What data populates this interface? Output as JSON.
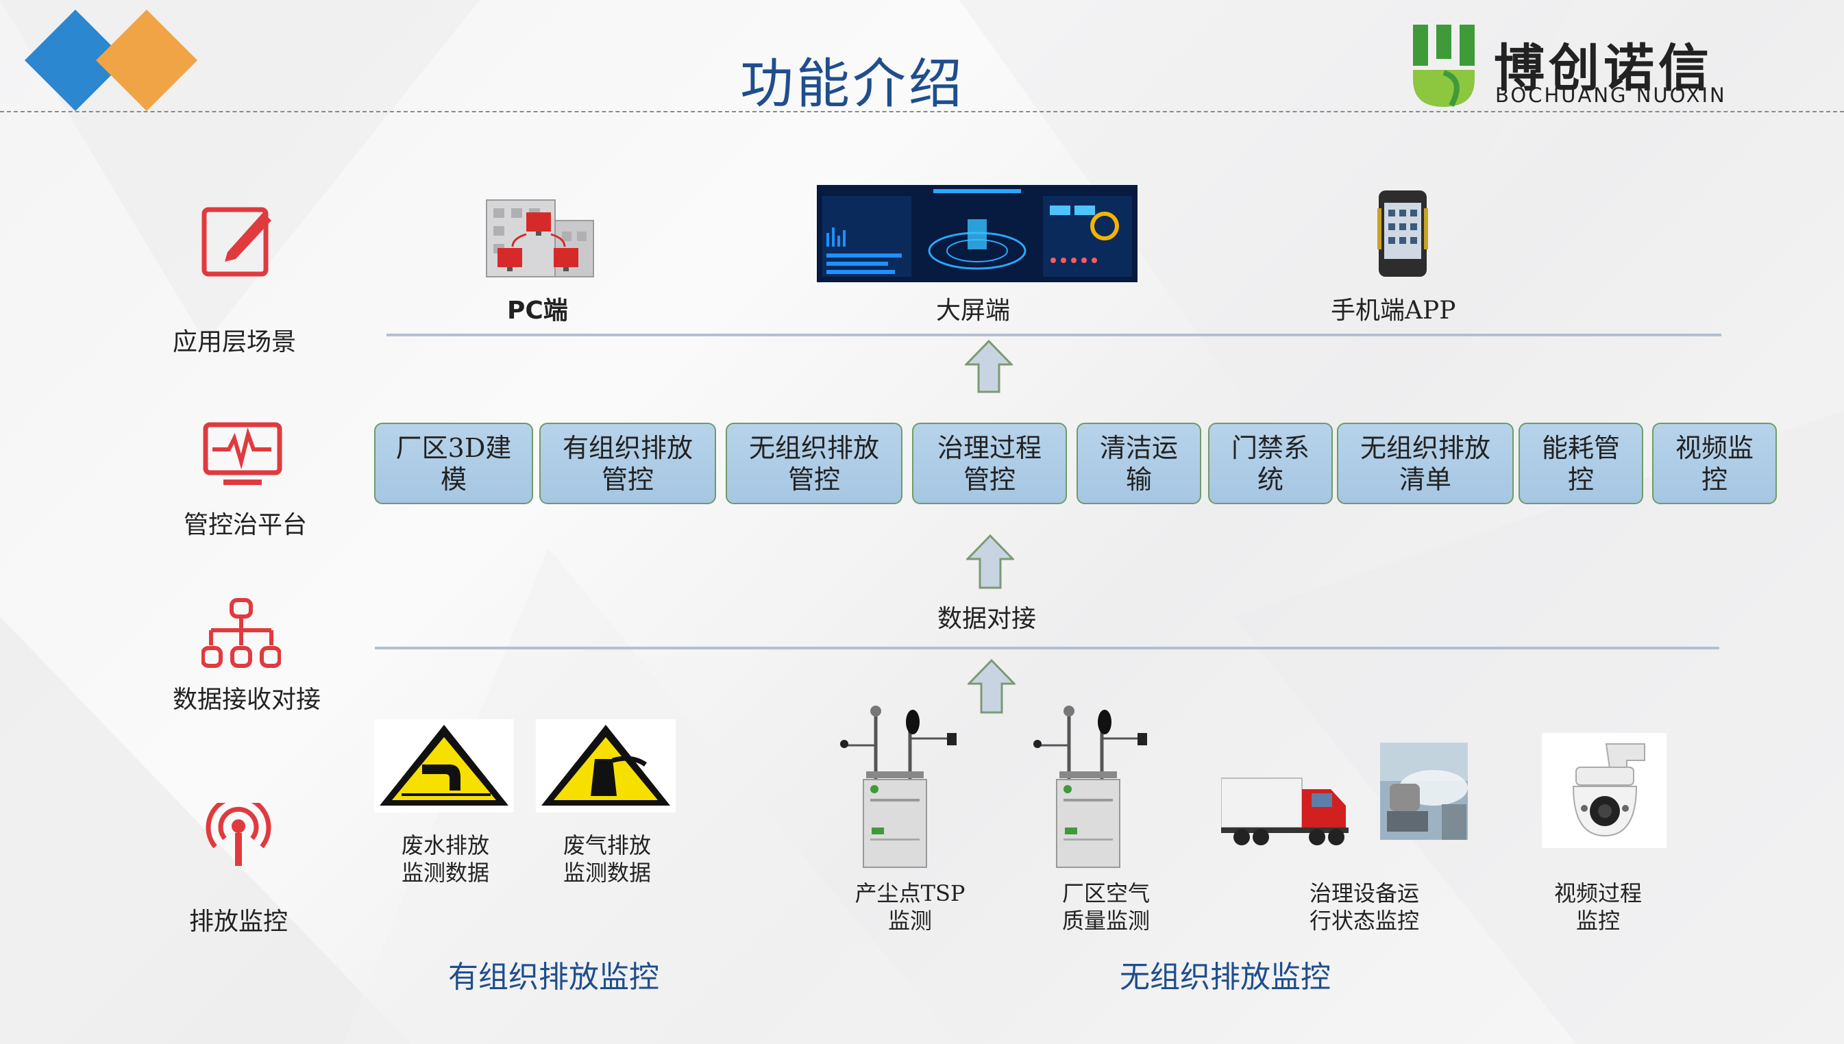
{
  "title": "功能介绍",
  "logo": {
    "cn": "博创诺信",
    "en": "BOCHUANG NUOXIN"
  },
  "layers": {
    "app": "应用层场景",
    "platform": "管控治平台",
    "data": "数据接收对接",
    "emission": "排放监控"
  },
  "apps": {
    "pc": "PC端",
    "bigscreen": "大屏端",
    "mobile": "手机端APP"
  },
  "modules": [
    {
      "line1": "厂区3D建",
      "line2": "模"
    },
    {
      "line1": "有组织排放",
      "line2": "管控"
    },
    {
      "line1": "无组织排放",
      "line2": "管控"
    },
    {
      "line1": "治理过程",
      "line2": "管控"
    },
    {
      "line1": "清洁运",
      "line2": "输"
    },
    {
      "line1": "门禁系",
      "line2": "统"
    },
    {
      "line1": "无组织排放",
      "line2": "清单"
    },
    {
      "line1": "能耗管",
      "line2": "控"
    },
    {
      "line1": "视频监",
      "line2": "控"
    }
  ],
  "data_label": "数据对接",
  "monitors": {
    "wastewater": {
      "line1": "废水排放",
      "line2": "监测数据"
    },
    "wastegas": {
      "line1": "废气排放",
      "line2": "监测数据"
    },
    "tsp": {
      "line1": "产尘点TSP",
      "line2": "监测"
    },
    "air": {
      "line1": "厂区空气",
      "line2": "质量监测"
    },
    "equipment": {
      "line1": "治理设备运",
      "line2": "行状态监控"
    },
    "video": {
      "line1": "视频过程",
      "line2": "监控"
    }
  },
  "groups": {
    "organized": "有组织排放监控",
    "unorganized": "无组织排放监控"
  },
  "colors": {
    "accent": "#1f4e8c",
    "icon": "#e03a3e",
    "box": "#a6c6e2",
    "box_border": "#6e9c66",
    "blue_diamond": "#2b87d0",
    "orange_diamond": "#f0a445",
    "logo_green": "#3f9a3a"
  }
}
